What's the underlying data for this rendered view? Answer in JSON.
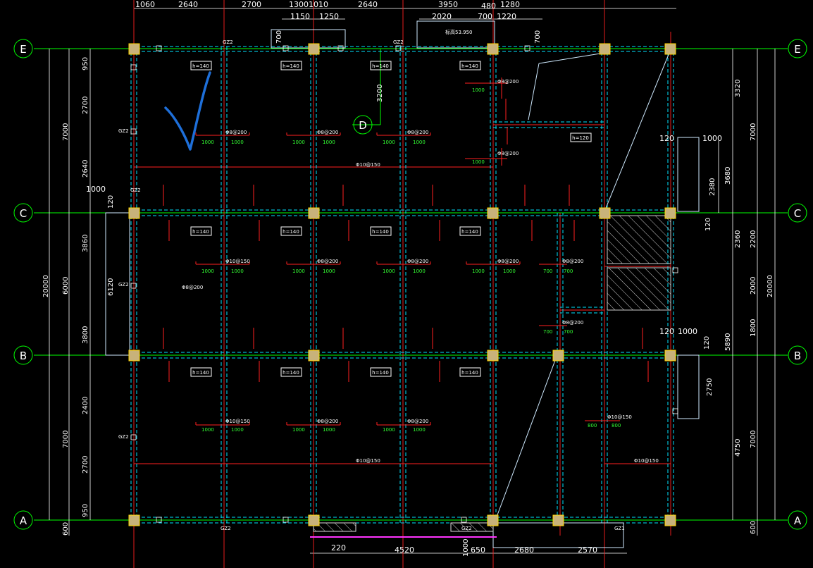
{
  "axes": {
    "E": "E",
    "D": "D",
    "C": "C",
    "B": "B",
    "A": "A"
  },
  "top_dims": [
    "1060",
    "2640",
    "2700",
    "1300",
    "1010",
    "2640",
    "3950",
    "480",
    "1280",
    "1150",
    "1250",
    "2020",
    "700",
    "1220",
    "700",
    "700"
  ],
  "elevation_label": "标高53.950",
  "left_dims": [
    "950",
    "2700",
    "2640",
    "7000",
    "1000",
    "120",
    "3860",
    "6000",
    "6120",
    "3800",
    "2400",
    "7000",
    "2700",
    "950",
    "600",
    "20000"
  ],
  "right_dims": [
    "3320",
    "7000",
    "1000",
    "120",
    "3680",
    "2380",
    "120",
    "2360",
    "2200",
    "2000",
    "120",
    "1000",
    "5890",
    "1800",
    "20000",
    "120",
    "2750",
    "4750",
    "7000",
    "600"
  ],
  "bottom_dims": [
    "220",
    "4520",
    "1000",
    "650",
    "2680",
    "2570"
  ],
  "slab_labels": [
    "h=140",
    "h=140",
    "h=140",
    "h=140",
    "h=140",
    "h=140",
    "h=140",
    "h=140",
    "h=140",
    "h=140",
    "h=140",
    "h=140",
    "h=120"
  ],
  "column_tags": [
    "GZ2",
    "GZ2",
    "GZ2",
    "GZ2",
    "GZ2",
    "GZ2",
    "GZ1",
    "GZ2",
    "GZ2"
  ],
  "dim_3200": "3200",
  "rebar_note": "Φ10@150",
  "rebar_short": "Φ8@200",
  "rebar_len": "1000",
  "rebar_len_700": "700",
  "rebar_len_800": "800"
}
